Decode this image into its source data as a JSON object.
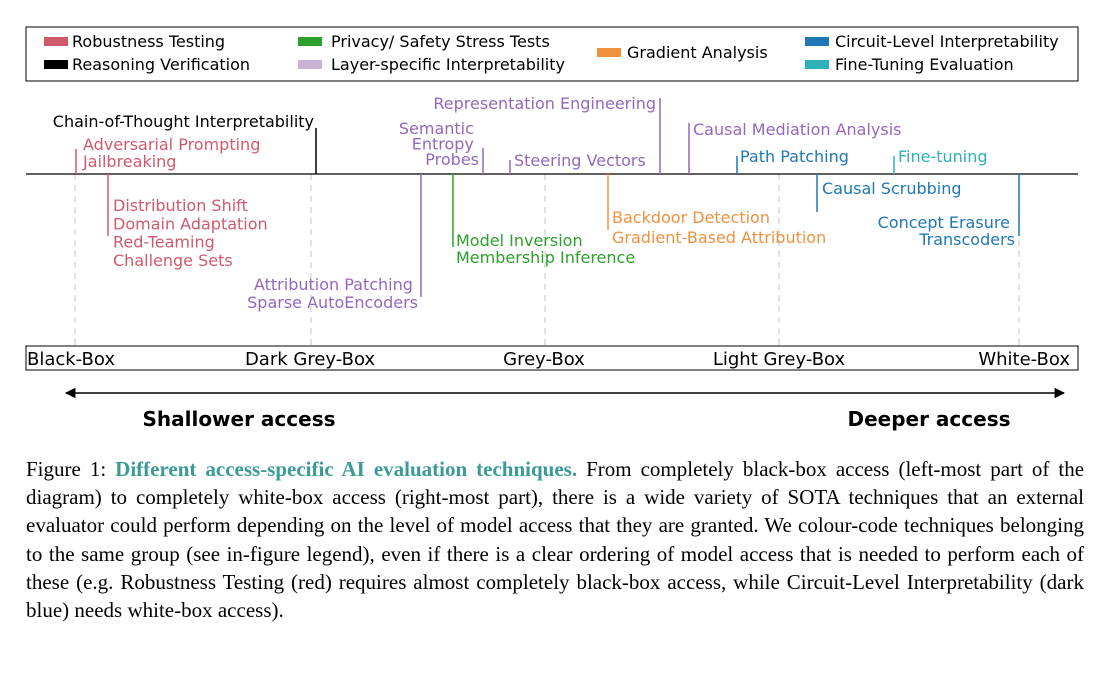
{
  "legend": [
    {
      "label": "Robustness Testing",
      "color": "#d1596d"
    },
    {
      "label": "Reasoning Verification",
      "color": "#000000"
    },
    {
      "label": "Privacy/ Safety Stress Tests",
      "color": "#2ca02c"
    },
    {
      "label": "Layer-specific Interpretability",
      "color": "#c9b2d6"
    },
    {
      "label": "Gradient Analysis",
      "color": "#f0913f"
    },
    {
      "label": "Circuit-Level Interpretability",
      "color": "#1f77b4"
    },
    {
      "label": "Fine-Tuning Evaluation",
      "color": "#2fb1b8"
    }
  ],
  "axis_labels": [
    "Black-Box",
    "Dark Grey-Box",
    "Grey-Box",
    "Light Grey-Box",
    "White-Box"
  ],
  "annotations": [
    {
      "group": "reasoning",
      "color": "#000000",
      "lines": [
        "Chain-of-Thought Interpretability"
      ]
    },
    {
      "group": "robustness",
      "color": "#d1596d",
      "lines": [
        "Adversarial Prompting",
        "Jailbreaking"
      ]
    },
    {
      "group": "robustness",
      "color": "#d1596d",
      "lines": [
        "Distribution Shift",
        "Domain Adaptation",
        "Red-Teaming",
        "Challenge Sets"
      ]
    },
    {
      "group": "layer",
      "color": "#9467bd",
      "lines": [
        "Attribution Patching",
        "Sparse AutoEncoders"
      ]
    },
    {
      "group": "layer",
      "color": "#9467bd",
      "lines": [
        "Semantic",
        "Entropy",
        "Probes"
      ]
    },
    {
      "group": "privacy",
      "color": "#2ca02c",
      "lines": [
        "Model Inversion",
        "Membership Inference"
      ]
    },
    {
      "group": "layer",
      "color": "#9467bd",
      "lines": [
        "Steering Vectors"
      ]
    },
    {
      "group": "layer",
      "color": "#9467bd",
      "lines": [
        "Representation Engineering"
      ]
    },
    {
      "group": "gradient",
      "color": "#f0913f",
      "lines": [
        "Backdoor Detection",
        "Gradient-Based Attribution"
      ]
    },
    {
      "group": "layer",
      "color": "#9467bd",
      "lines": [
        "Causal Mediation Analysis"
      ]
    },
    {
      "group": "circuit",
      "color": "#1f77b4",
      "lines": [
        "Path Patching"
      ]
    },
    {
      "group": "circuit",
      "color": "#1f77b4",
      "lines": [
        "Causal Scrubbing"
      ]
    },
    {
      "group": "finetune",
      "color": "#2fb1b8",
      "lines": [
        "Fine-tuning"
      ]
    },
    {
      "group": "circuit",
      "color": "#1f77b4",
      "lines": [
        "Concept Erasure",
        "Transcoders"
      ]
    }
  ],
  "arrow": {
    "left_label": "Shallower access",
    "right_label": "Deeper access"
  },
  "caption": {
    "label": "Figure 1:",
    "title": "Different access-specific AI evaluation techniques.",
    "title_color": "#3a9a96",
    "body": "From completely black-box access (left-most part of the diagram) to completely white-box access (right-most part), there is a wide variety of SOTA techniques that an external evaluator could perform depending on the level of model access that they are granted. We colour-code techniques belonging to the same group (see in-figure legend), even if there is a clear ordering of model access that is needed to perform each of these (e.g. Robustness Testing (red) requires almost completely black-box access, while Circuit-Level Interpretability (dark blue) needs white-box access)."
  }
}
